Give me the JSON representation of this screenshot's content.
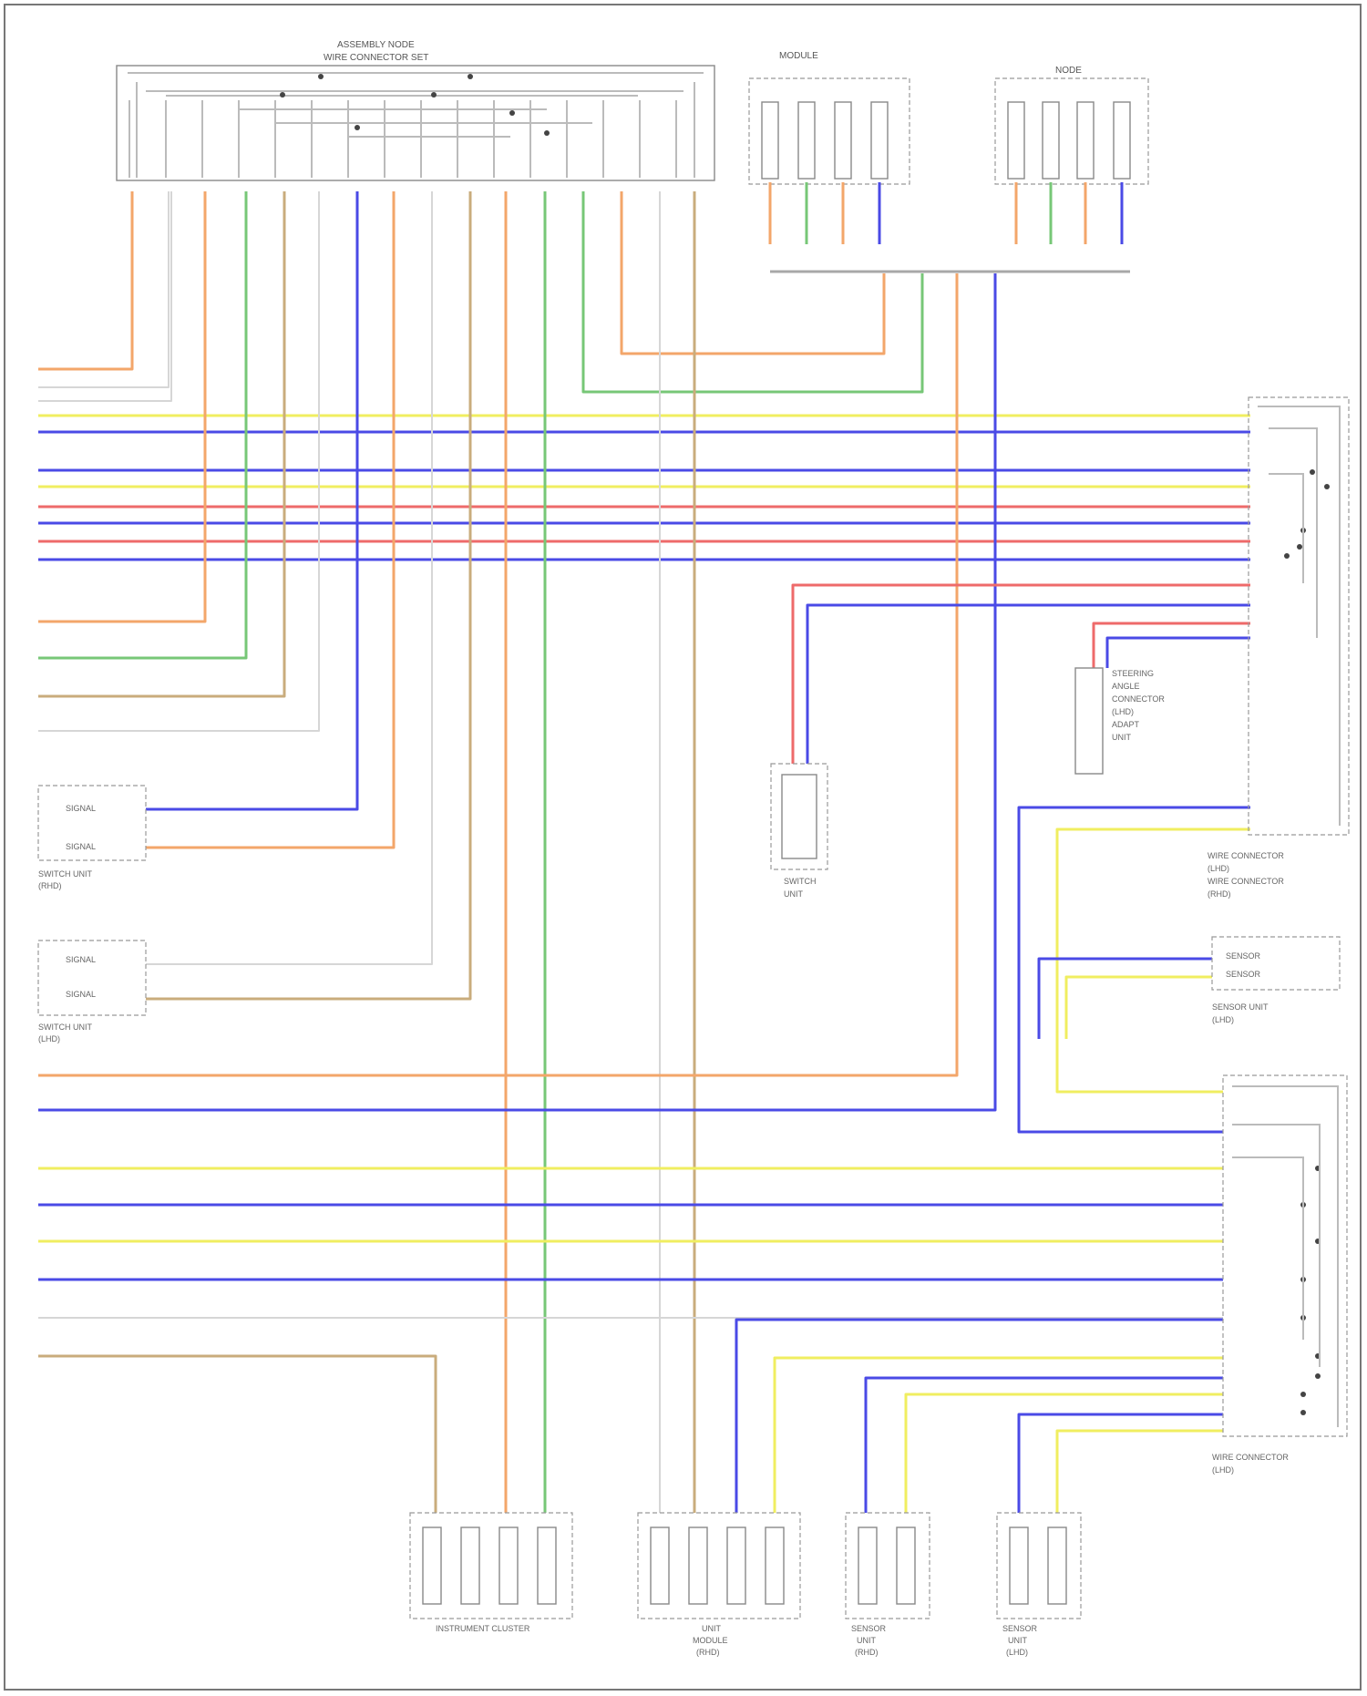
{
  "diagram": {
    "title": "",
    "wire_colors": {
      "blue": "#4a4ae6",
      "yellow": "#f0ee60",
      "red": "#ee6a6a",
      "orange": "#f3a66a",
      "green": "#77c777",
      "tan": "#c9ac7c",
      "white": "#d6d6d6",
      "gray": "#a8a8a8",
      "frame": "#777777"
    },
    "components": [
      {
        "id": "top-connector",
        "label_lines": [
          "",
          ""
        ]
      },
      {
        "id": "top-mid-module",
        "label_lines": [
          "",
          ""
        ]
      },
      {
        "id": "top-right-module",
        "label_lines": [
          ""
        ]
      },
      {
        "id": "right-connector-upper",
        "label_lines": [
          "",
          "",
          "",
          "",
          ""
        ]
      },
      {
        "id": "right-connector-lower",
        "label_lines": [
          "",
          ""
        ]
      },
      {
        "id": "steering-sensor",
        "label_lines": [
          "",
          "",
          "",
          "",
          "",
          ""
        ]
      },
      {
        "id": "center-switch",
        "label_lines": [
          "",
          "",
          "",
          ""
        ]
      },
      {
        "id": "left-device-1",
        "label_lines": [
          "",
          ""
        ]
      },
      {
        "id": "left-device-2",
        "label_lines": [
          "",
          ""
        ]
      },
      {
        "id": "mid-right-sensor",
        "label_lines": [
          "",
          "",
          ""
        ]
      },
      {
        "id": "bottom-1",
        "label_lines": [
          ""
        ]
      },
      {
        "id": "bottom-2",
        "label_lines": [
          "",
          "",
          ""
        ]
      },
      {
        "id": "bottom-3",
        "label_lines": [
          "",
          "",
          ""
        ]
      },
      {
        "id": "bottom-4",
        "label_lines": [
          "",
          "",
          ""
        ]
      }
    ],
    "footer": ""
  }
}
